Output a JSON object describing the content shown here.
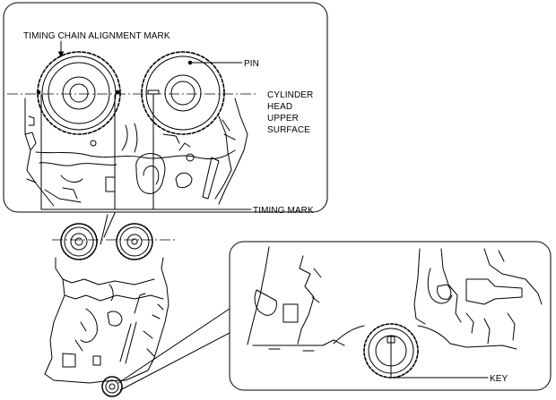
{
  "labels": {
    "timing_chain_alignment_mark": "TIMING CHAIN ALIGNMENT MARK",
    "pin": "PIN",
    "cylinder_head_line1": "CYLINDER",
    "cylinder_head_line2": "HEAD",
    "cylinder_head_line3": "UPPER",
    "cylinder_head_line4": "SURFACE",
    "timing_mark": "TIMING MARK",
    "key": "KEY"
  },
  "colors": {
    "ink": "#000000",
    "background": "#ffffff"
  }
}
